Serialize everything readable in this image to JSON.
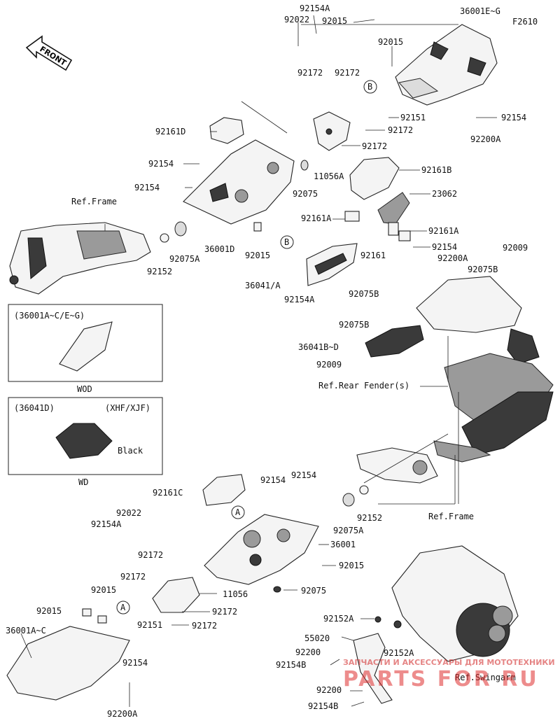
{
  "figure_code": "F2610",
  "front_label": "FRONT",
  "callout_a": "A",
  "callout_b": "B",
  "inset_wod": {
    "title": "(36001A~C/E~G)",
    "caption": "WOD"
  },
  "inset_wd": {
    "title": "(36041D)",
    "model": "(XHF/XJF)",
    "color_note": "Black",
    "caption": "WD"
  },
  "refs": {
    "frame_top": "Ref.Frame",
    "frame_bottom": "Ref.Frame",
    "rear_fender": "Ref.Rear Fender(s)",
    "swingarm": "Ref.Swingarm"
  },
  "watermark": {
    "logo": "PARTS FOR RU",
    "tagline": "ЗАПЧАСТИ И АКСЕССУАРЫ ДЛЯ МОТОТЕХНИКИ"
  },
  "parts": {
    "p92154A_top": "92154A",
    "p92022_top": "92022",
    "p92015_top1": "92015",
    "p36001EG": "36001E~G",
    "p92015_top2": "92015",
    "p92172_a": "92172",
    "p92172_b": "92172",
    "p92151_top": "92151",
    "p92154_right": "92154",
    "p92172_c": "92172",
    "p92200A_top": "92200A",
    "p92172_d": "92172",
    "p92161D": "92161D",
    "p92154_l1": "92154",
    "p11056A": "11056A",
    "p92161B": "92161B",
    "p92154_l2": "92154",
    "p92075_top": "92075",
    "p23062": "23062",
    "p92161A_l": "92161A",
    "p92161A_r": "92161A",
    "p92154_mid": "92154",
    "p92075A_top": "92075A",
    "p36001D": "36001D",
    "p92015_mid": "92015",
    "p92152_top": "92152",
    "p92161": "92161",
    "p92200A_mid": "92200A",
    "p92009_top": "92009",
    "p92075B_a": "92075B",
    "p36041A": "36041/A",
    "p92075B_b": "92075B",
    "p92154A_mid": "92154A",
    "p92075B_c": "92075B",
    "p36041BD": "36041B~D",
    "p92009_mid": "92009",
    "p92161C": "92161C",
    "p92154_lo1": "92154",
    "p92154_lo2": "92154",
    "p92022_lo": "92022",
    "p92154A_lo": "92154A",
    "p92075A_lo": "92075A",
    "p92152_lo": "92152",
    "p36001": "36001",
    "p92172_lo1": "92172",
    "p92015_lo1": "92015",
    "p92172_lo2": "92172",
    "p11056": "11056",
    "p92075_lo": "92075",
    "p92015_lo2": "92015",
    "p92015_lo3": "92015",
    "p92172_lo3": "92172",
    "p92151_lo": "92151",
    "p92172_lo4": "92172",
    "p36001AC": "36001A~C",
    "p92154_lo3": "92154",
    "p92200A_lo": "92200A",
    "p92152A_a": "92152A",
    "p55020": "55020",
    "p92152A_b": "92152A",
    "p92200_a": "92200",
    "p92154B_a": "92154B",
    "p92200_b": "92200",
    "p92154B_b": "92154B"
  }
}
